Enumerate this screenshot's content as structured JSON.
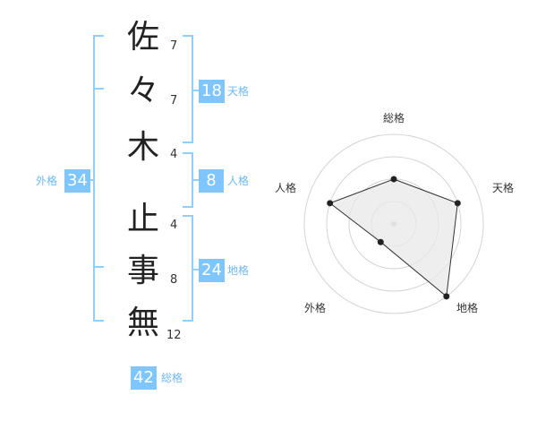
{
  "name": {
    "chars": [
      {
        "char": "佐",
        "strokes": "7"
      },
      {
        "char": "々",
        "strokes": "7"
      },
      {
        "char": "木",
        "strokes": "4"
      },
      {
        "char": "止",
        "strokes": "4"
      },
      {
        "char": "事",
        "strokes": "8"
      },
      {
        "char": "無",
        "strokes": "12"
      }
    ]
  },
  "kakusu": {
    "tenkaku": {
      "value": "18",
      "label": "天格"
    },
    "jinkaku": {
      "value": "8",
      "label": "人格"
    },
    "chikaku": {
      "value": "24",
      "label": "地格"
    },
    "gaikaku": {
      "value": "34",
      "label": "外格"
    },
    "soukaku": {
      "value": "42",
      "label": "総格"
    }
  },
  "colors": {
    "accent": "#7fc6ff",
    "bracket": "#8fd0ff",
    "label": "#6fb9f2"
  },
  "chart_data": {
    "type": "radar",
    "axes": [
      "総格",
      "天格",
      "地格",
      "外格",
      "人格"
    ],
    "values": [
      2,
      3,
      4,
      1,
      3
    ],
    "max": 4,
    "grid": true
  }
}
